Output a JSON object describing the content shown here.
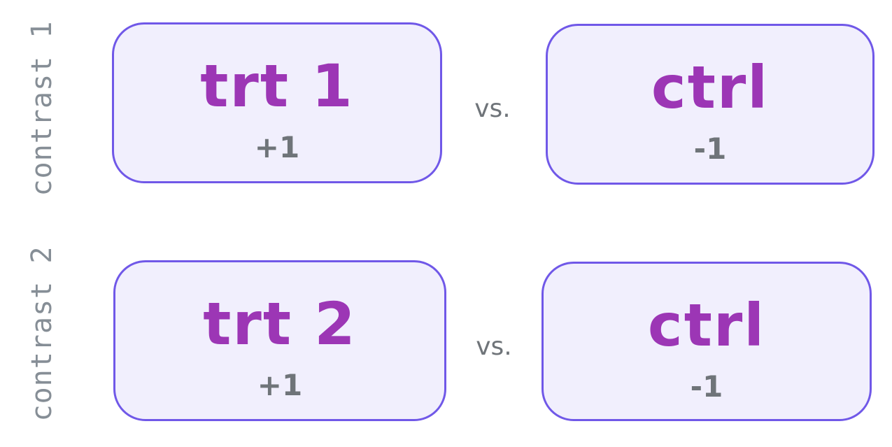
{
  "contrasts": [
    {
      "label": "contrast 1",
      "left": {
        "name": "trt 1",
        "weight": "+1"
      },
      "separator": "vs.",
      "right": {
        "name": "ctrl",
        "weight": "-1"
      }
    },
    {
      "label": "contrast 2",
      "left": {
        "name": "trt 2",
        "weight": "+1"
      },
      "separator": "vs.",
      "right": {
        "name": "ctrl",
        "weight": "-1"
      }
    }
  ],
  "colors": {
    "box_border": "#7058e8",
    "box_fill": "#f1effd",
    "group_name": "#9c36b5",
    "weight_text": "#6f7479",
    "label_text": "#868e96"
  }
}
